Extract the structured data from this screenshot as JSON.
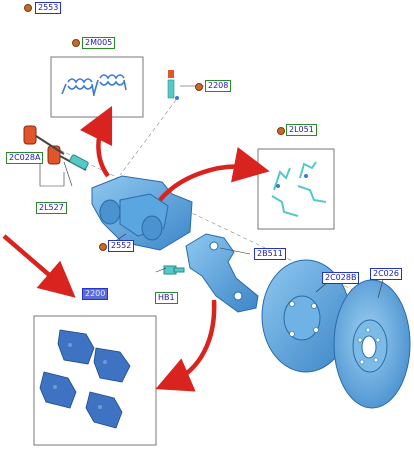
{
  "diagram": {
    "callouts": {
      "c2553": "2553",
      "c2M005": "2M005",
      "c2208": "2208",
      "c2L051": "2L051",
      "c2C028A": "2C028A",
      "c2L527": "2L527",
      "c2552": "2552",
      "c2B511": "2B511",
      "cHB1": "HB1",
      "c2200": "2200",
      "c2C028B": "2C028B",
      "c2C026": "2C026"
    },
    "colors": {
      "part_fill": "#5aa6e0",
      "part_stroke": "#2a6aa8",
      "arrow": "#d8231f",
      "label_green": "#2a8a2a",
      "label_blue": "#2233cc",
      "label_text": "#1a1aa8",
      "label_selected_bg": "#5a6bdc",
      "bolt_orange": "#e0562a",
      "spring_cyan": "#55c8c8"
    }
  }
}
